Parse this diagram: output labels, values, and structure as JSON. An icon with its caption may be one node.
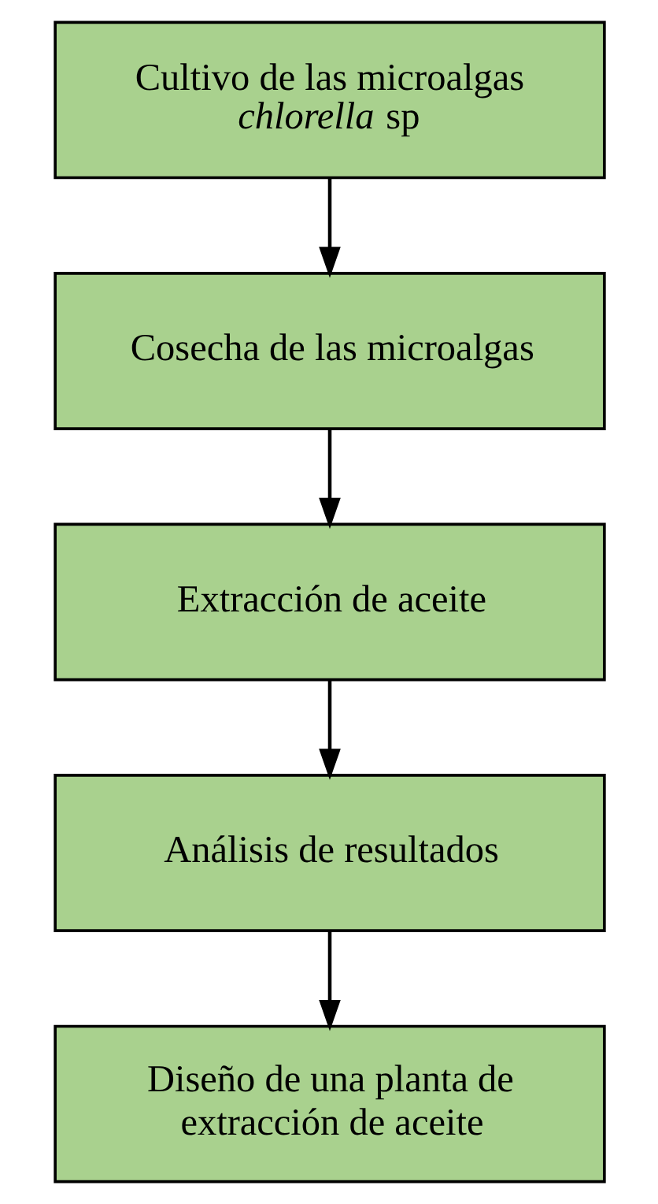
{
  "diagram": {
    "nodes": [
      {
        "text": [
          "Cultivo de las microalgas *chlorella* sp"
        ]
      },
      {
        "text": [
          "Cosecha de las microalgas"
        ]
      },
      {
        "text": [
          "Extracción de aceite"
        ]
      },
      {
        "text": [
          "Análisis de resultados"
        ]
      },
      {
        "text": [
          "Diseño de una planta de extracción de aceite"
        ]
      }
    ],
    "edges": [
      {
        "from": 0,
        "to": 1,
        "arrow": "to"
      },
      {
        "from": 1,
        "to": 2,
        "arrow": "to"
      },
      {
        "from": 2,
        "to": 3,
        "arrow": "to"
      },
      {
        "from": 3,
        "to": 4,
        "arrow": "to"
      }
    ]
  }
}
